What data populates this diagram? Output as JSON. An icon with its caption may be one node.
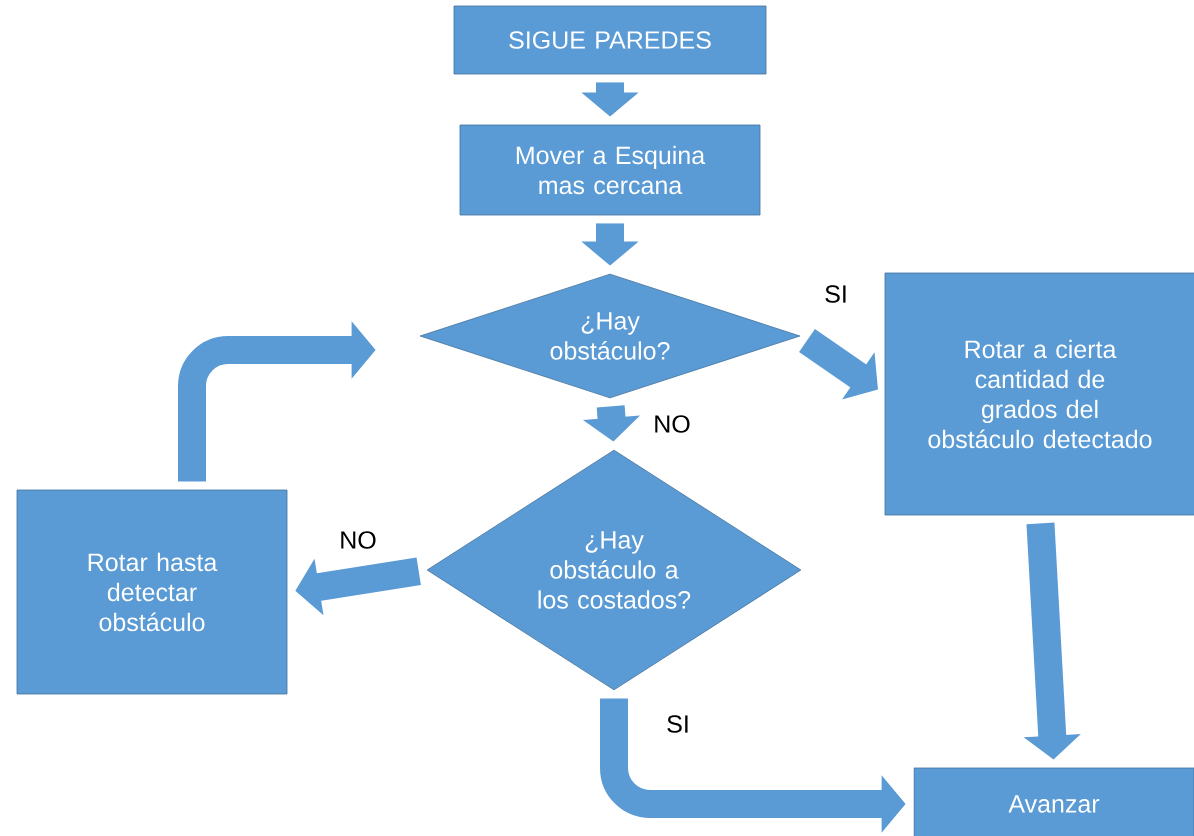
{
  "diagram": {
    "nodes": [
      {
        "text": [
          "SIGUE PAREDES"
        ]
      },
      {
        "text": [
          "Mover a Esquina mas cercana"
        ]
      },
      {
        "text": [
          "¿Hay obstáculo?"
        ]
      },
      {
        "text": [
          "Rotar a cierta cantidad de grados del obstáculo detectado"
        ]
      },
      {
        "text": [
          "¿Hay obstáculo a los costados?"
        ]
      },
      {
        "text": [
          "Rotar hasta detectar obstáculo"
        ]
      },
      {
        "text": [
          "Avanzar"
        ]
      }
    ],
    "edges": [
      {
        "from": 0,
        "to": 1,
        "arrow": "to"
      },
      {
        "from": 1,
        "to": 2,
        "arrow": "to"
      },
      {
        "from": 2,
        "to": 3,
        "arrow": "to",
        "label": "SI"
      },
      {
        "from": 2,
        "to": 4,
        "arrow": "to",
        "label": "NO"
      },
      {
        "from": 4,
        "to": 5,
        "arrow": "to",
        "label": "NO"
      },
      {
        "from": 5,
        "to": 2,
        "arrow": "to"
      },
      {
        "from": 4,
        "to": 6,
        "arrow": "to",
        "label": "SI"
      },
      {
        "from": 3,
        "to": 6,
        "arrow": "to"
      }
    ]
  }
}
